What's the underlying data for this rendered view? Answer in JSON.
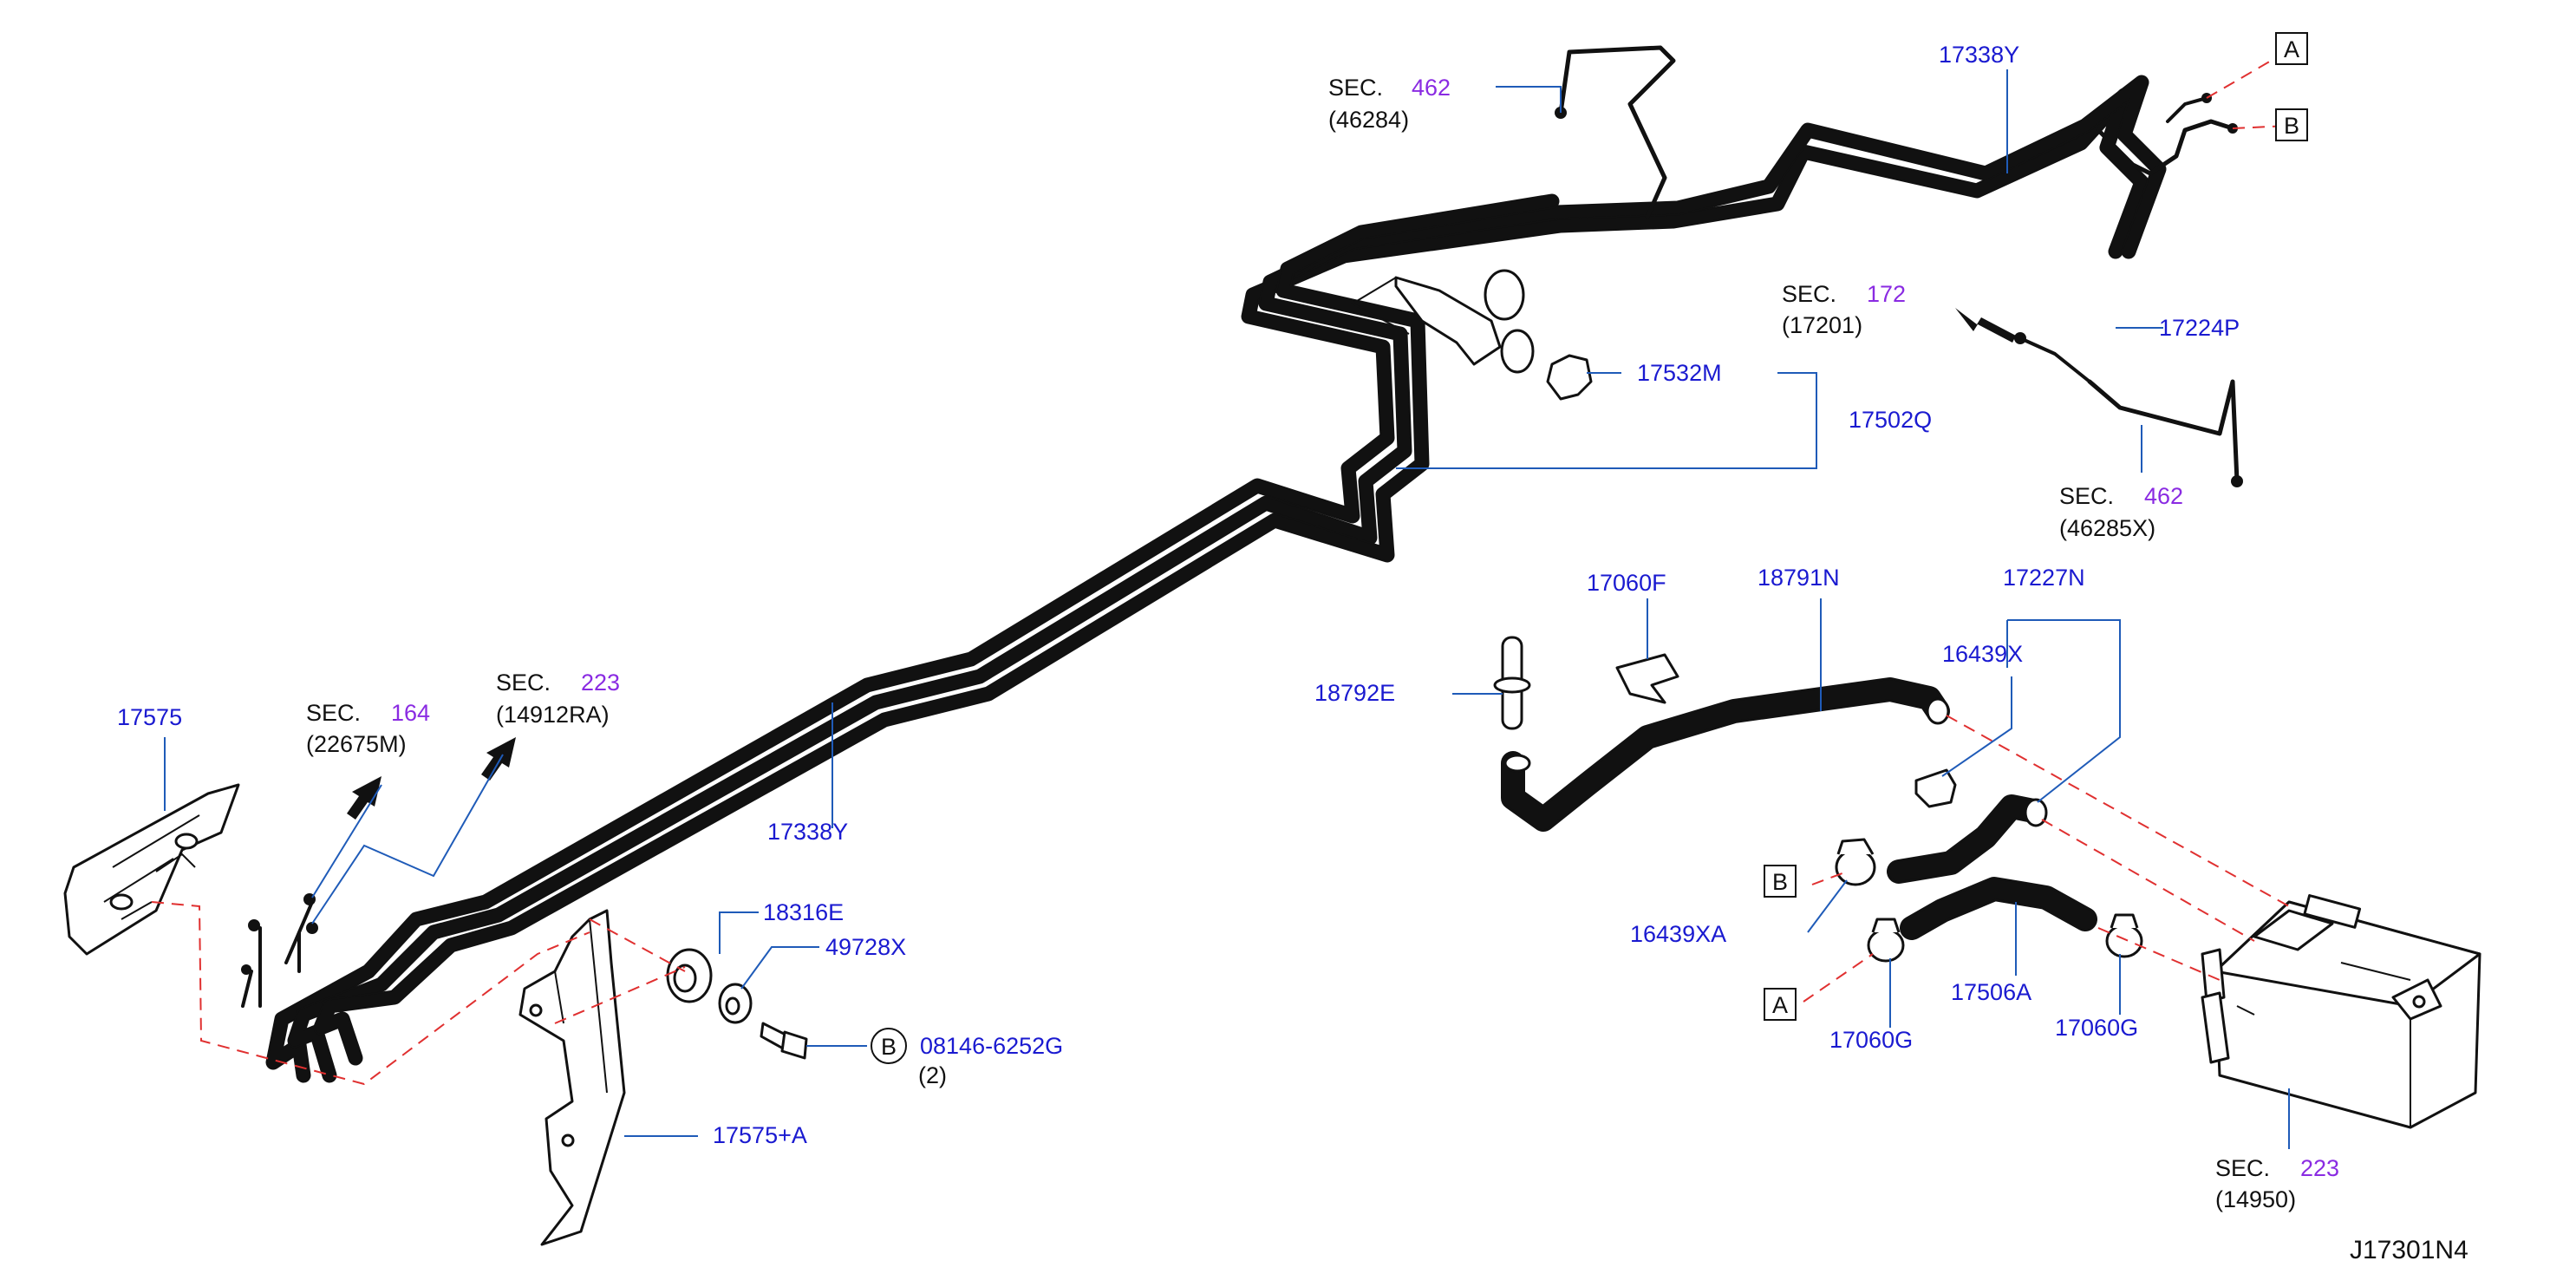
{
  "diagram_code": "J17301N4",
  "part_numbers": {
    "p17338Y_top": "17338Y",
    "p17338Y_bottom": "17338Y",
    "p17224P": "17224P",
    "p17532M": "17532M",
    "p17502Q": "17502Q",
    "p17060F": "17060F",
    "p18791N": "18791N",
    "p17227N": "17227N",
    "p16439X": "16439X",
    "p18792E": "18792E",
    "p16439XA": "16439XA",
    "p17506A": "17506A",
    "p17060G_left": "17060G",
    "p17060G_right": "17060G",
    "p17575": "17575",
    "p18316E": "18316E",
    "p49728X": "49728X",
    "p08146": "08146-6252G",
    "p08146_qty": "(2)",
    "p17575A": "17575+A"
  },
  "section_refs": {
    "sec_word": "SEC.",
    "s462_top": {
      "num": "462",
      "code": "(46284)"
    },
    "s172": {
      "num": "172",
      "code": "(17201)"
    },
    "s462_right": {
      "num": "462",
      "code": "(46285X)"
    },
    "s164": {
      "num": "164",
      "code": "(22675M)"
    },
    "s223_top": {
      "num": "223",
      "code": "(14912RA)"
    },
    "s223_bottom": {
      "num": "223",
      "code": "(14950)"
    }
  },
  "connector_marks": {
    "A": "A",
    "B": "B",
    "bolt_mark": "B"
  },
  "colors": {
    "part_number": "#1a1ad0",
    "section_number": "#8a2be2",
    "leader_line": "#1f5bb8",
    "dashed_link": "#e03030",
    "line_art": "#111111"
  }
}
